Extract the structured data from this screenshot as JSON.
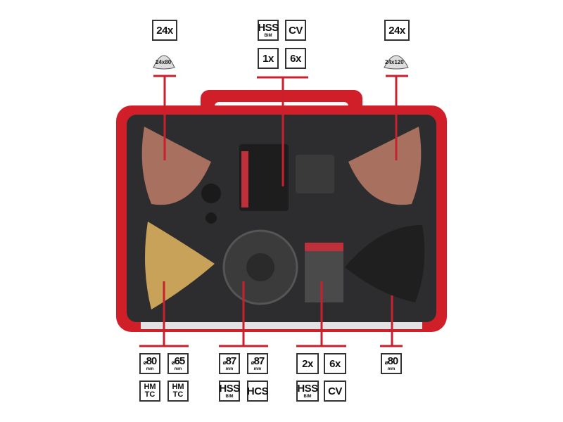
{
  "top_left": {
    "count": "24x",
    "sanding_label": "24x80"
  },
  "top_center": {
    "labels": [
      {
        "main": "HSS",
        "sub": "BIM"
      },
      {
        "main": "CV"
      },
      {
        "main": "1x"
      },
      {
        "main": "6x"
      }
    ]
  },
  "top_right": {
    "count": "24x",
    "sanding_label": "24x120"
  },
  "bottom_left": {
    "sizes": [
      {
        "diameter": "80",
        "unit": "mm"
      },
      {
        "diameter": "65",
        "unit": "mm"
      }
    ],
    "materials": [
      {
        "line1": "HM",
        "line2": "TC"
      },
      {
        "line1": "HM",
        "line2": "TC"
      }
    ]
  },
  "bottom_center": {
    "sizes": [
      {
        "diameter": "87",
        "unit": "mm"
      },
      {
        "diameter": "87",
        "unit": "mm"
      }
    ],
    "materials": [
      {
        "main": "HSS",
        "sub": "BIM"
      },
      {
        "main": "HCS"
      }
    ]
  },
  "bottom_center_right": {
    "labels": [
      {
        "main": "2x"
      },
      {
        "main": "6x"
      },
      {
        "main": "HSS",
        "sub": "BIM"
      },
      {
        "main": "CV"
      }
    ]
  },
  "bottom_right": {
    "sizes": [
      {
        "diameter": "80",
        "unit": "mm"
      }
    ]
  },
  "diameter_symbol": "⌀",
  "colors": {
    "case_red": "#d11f2a",
    "tray": "#2d2d2f",
    "callout_line": "#c8202c",
    "sanding": "#b07a6a",
    "gold": "#c9a25a"
  }
}
